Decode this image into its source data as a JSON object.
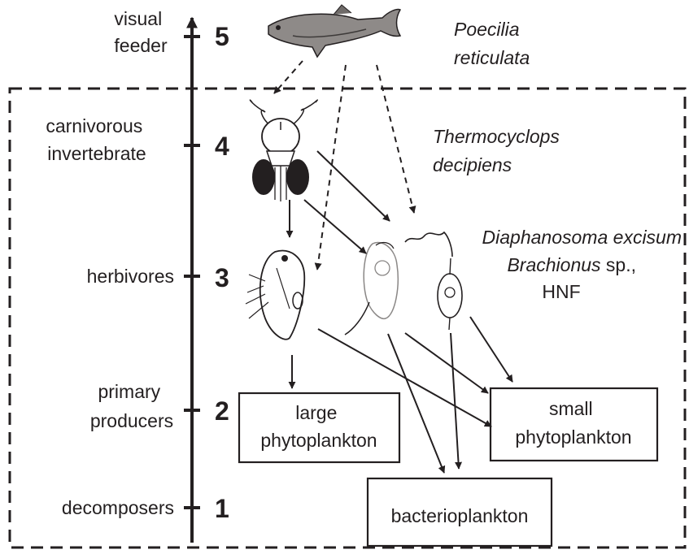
{
  "levels": [
    {
      "number": "5",
      "label_lines": [
        "visual",
        "feeder"
      ]
    },
    {
      "number": "4",
      "label_lines": [
        "carnivorous",
        "invertebrate"
      ]
    },
    {
      "number": "3",
      "label_lines": [
        "herbivores"
      ]
    },
    {
      "number": "2",
      "label_lines": [
        "primary",
        "producers"
      ]
    },
    {
      "number": "1",
      "label_lines": [
        "decomposers"
      ]
    }
  ],
  "species": {
    "fish": [
      "Poecilia",
      "reticulata"
    ],
    "copepod": [
      "Thermocyclops",
      "decipiens"
    ],
    "herbivores": {
      "line1": "Diaphanosoma excisum",
      "line2_italic": "Brachionus",
      "line2_rest": " sp.,",
      "line3": "HNF"
    }
  },
  "boxes": {
    "large": [
      "large",
      "phytoplankton"
    ],
    "small": [
      "small",
      "phytoplankton"
    ],
    "bacterio": [
      "bacterioplankton"
    ]
  },
  "organisms": {
    "fish": "fish-icon",
    "copepod": "copepod-icon",
    "cladoceran": "cladoceran-icon",
    "rotifer": "rotifer-icon",
    "flagellate": "flagellate-icon"
  },
  "colors": {
    "ink": "#231f20",
    "background": "#ffffff"
  }
}
